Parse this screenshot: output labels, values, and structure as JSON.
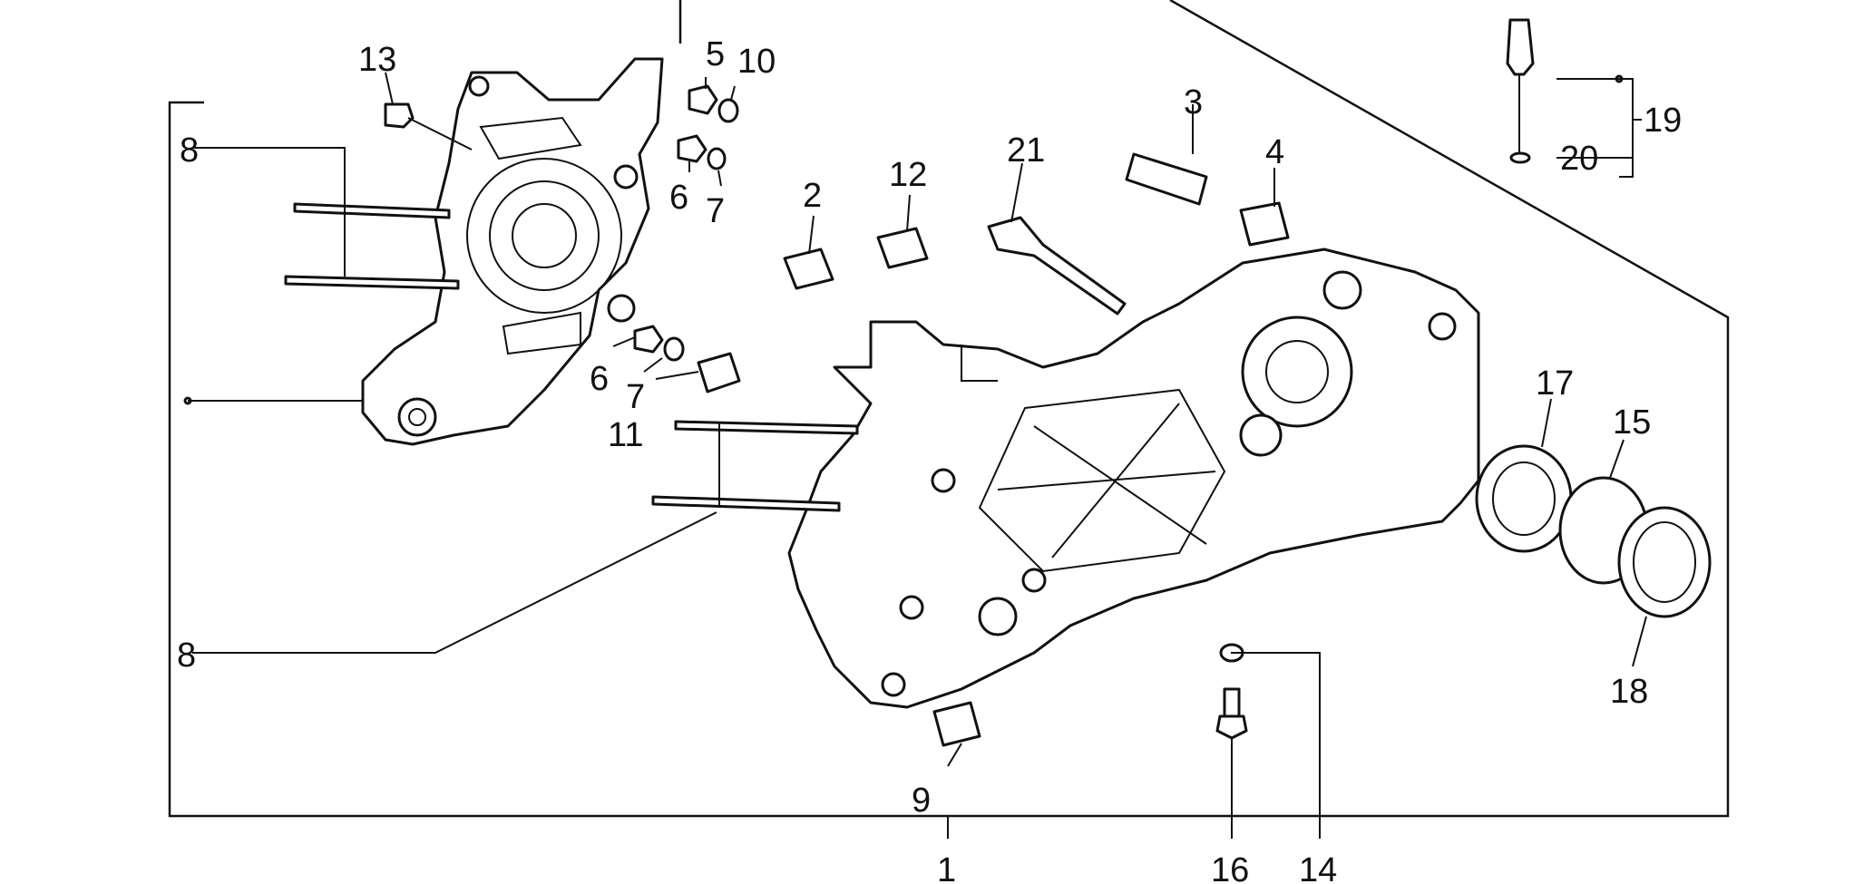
{
  "callouts": {
    "n1": "1",
    "n2": "2",
    "n3": "3",
    "n4": "4",
    "n5": "5",
    "n6a": "6",
    "n6b": "6",
    "n7a": "7",
    "n7b": "7",
    "n8a": "8",
    "n8b": "8",
    "n9": "9",
    "n10": "10",
    "n11": "11",
    "n12": "12",
    "n13": "13",
    "n14": "14",
    "n15": "15",
    "n16": "16",
    "n17": "17",
    "n18": "18",
    "n19": "19",
    "n20": "20",
    "n21": "21"
  }
}
